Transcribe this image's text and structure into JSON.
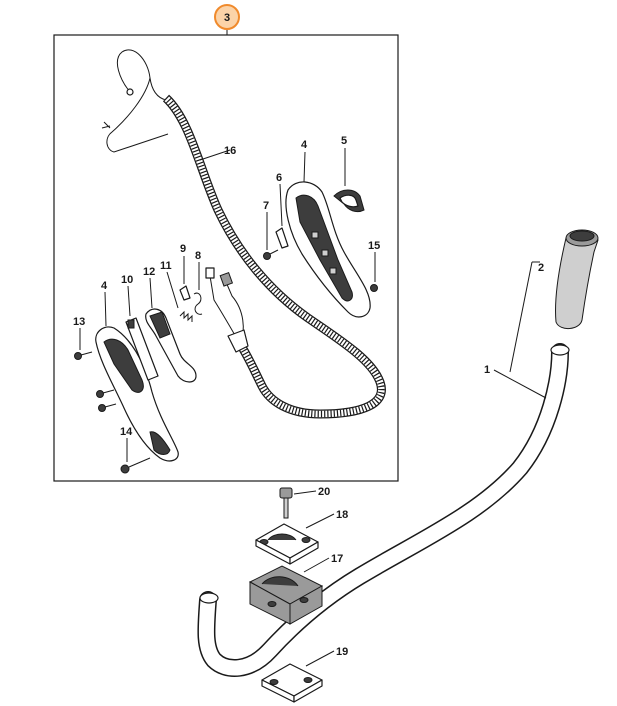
{
  "assembly_badge": {
    "label": "3",
    "color": "#f08a2c",
    "fill": "#fbd3a8"
  },
  "callouts": [
    {
      "id": "1",
      "label": "1"
    },
    {
      "id": "2",
      "label": "2"
    },
    {
      "id": "4a",
      "label": "4"
    },
    {
      "id": "4b",
      "label": "4"
    },
    {
      "id": "5",
      "label": "5"
    },
    {
      "id": "6",
      "label": "6"
    },
    {
      "id": "7",
      "label": "7"
    },
    {
      "id": "8",
      "label": "8"
    },
    {
      "id": "9",
      "label": "9"
    },
    {
      "id": "10",
      "label": "10"
    },
    {
      "id": "11",
      "label": "11"
    },
    {
      "id": "12",
      "label": "12"
    },
    {
      "id": "13",
      "label": "13"
    },
    {
      "id": "14",
      "label": "14"
    },
    {
      "id": "15",
      "label": "15"
    },
    {
      "id": "16",
      "label": "16"
    },
    {
      "id": "17",
      "label": "17"
    },
    {
      "id": "18",
      "label": "18"
    },
    {
      "id": "19",
      "label": "19"
    },
    {
      "id": "20",
      "label": "20"
    }
  ]
}
